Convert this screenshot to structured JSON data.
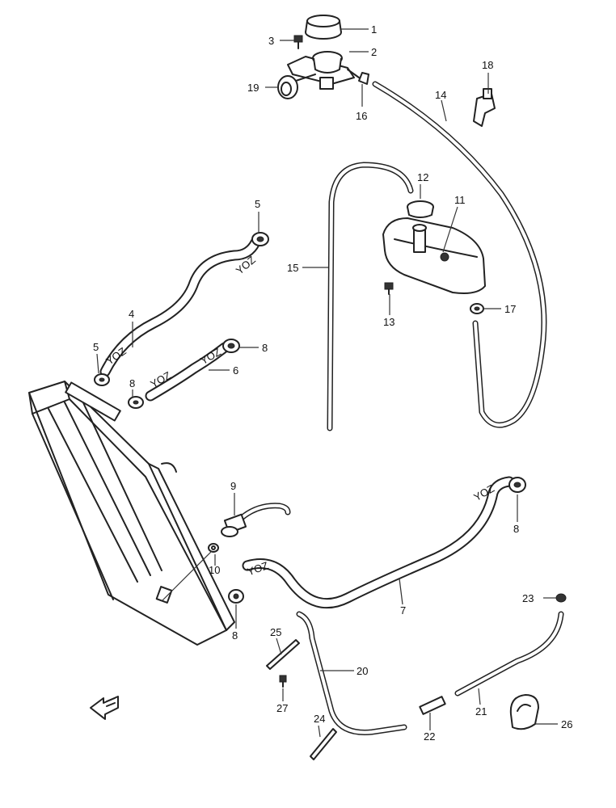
{
  "callouts": {
    "c1": "1",
    "c2": "2",
    "c3": "3",
    "c4": "4",
    "c5a": "5",
    "c5b": "5",
    "c6": "6",
    "c7": "7",
    "c8a": "8",
    "c8b": "8",
    "c8c": "8",
    "c8d": "8",
    "c9": "9",
    "c10": "10",
    "c11": "11",
    "c12": "12",
    "c13": "13",
    "c14": "14",
    "c15": "15",
    "c16": "16",
    "c17": "17",
    "c18": "18",
    "c19": "19",
    "c20": "20",
    "c21": "21",
    "c22": "22",
    "c23": "23",
    "c24": "24",
    "c25": "25",
    "c26": "26",
    "c27": "27"
  },
  "icons": {
    "front_arrow": "arrow-left-icon"
  },
  "colors": {
    "line": "#222222",
    "background": "#ffffff"
  }
}
